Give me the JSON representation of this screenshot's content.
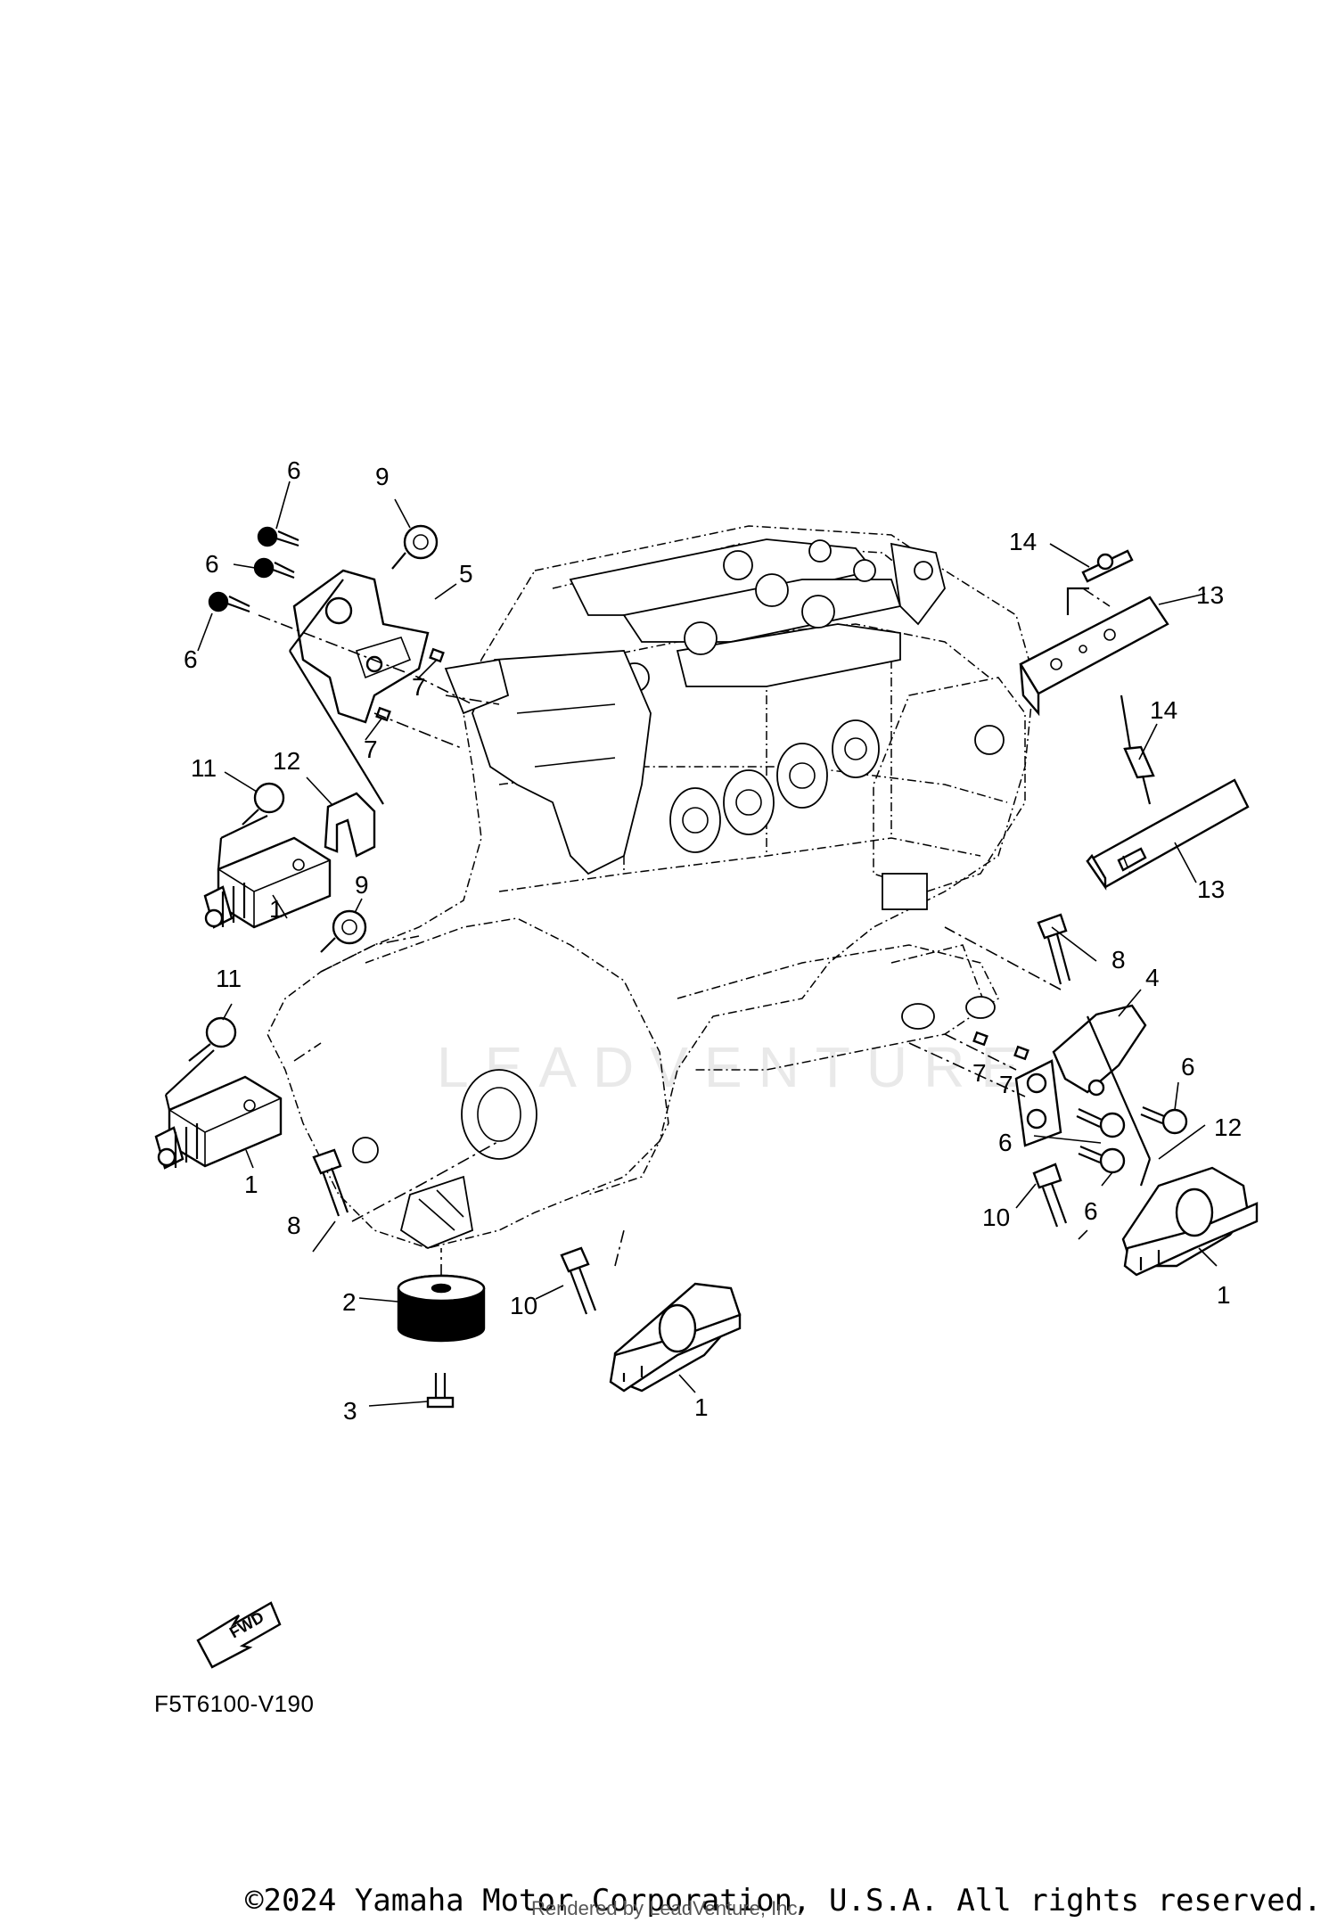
{
  "diagram": {
    "code": "F5T6100-V190",
    "fwd_label": "FWD",
    "watermark": "LEADVENTURE",
    "copyright": "©2024 Yamaha Motor Corporation, U.S.A. All rights reserved.",
    "render_credit": "Rendered by LeadVenture, Inc.",
    "callouts": [
      "6",
      "9",
      "6",
      "5",
      "6",
      "7",
      "7",
      "14",
      "13",
      "14",
      "13",
      "11",
      "12",
      "1",
      "9",
      "11",
      "1",
      "8",
      "4",
      "7",
      "7",
      "6",
      "6",
      "12",
      "10",
      "6",
      "1",
      "8",
      "2",
      "10",
      "1",
      "3"
    ]
  },
  "colors": {
    "line": "#000000",
    "background": "#ffffff",
    "watermark": "#e9e9e9"
  }
}
